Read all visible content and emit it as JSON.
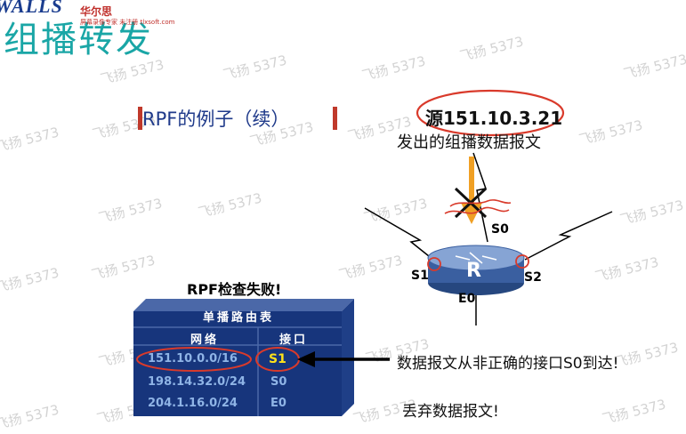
{
  "header": {
    "logo": "WALLS",
    "logo_cn": "华尔思",
    "logo_sub": "屏幕录像专家 未注册 tlxsoft.com",
    "title": "组播转发"
  },
  "watermark": "飞扬 5373",
  "section_title": "RPF的例子（续）",
  "source_line": "源151.10.3.21",
  "source_sub": "发出的组播数据报文",
  "router": {
    "name": "R",
    "interfaces": [
      "S0",
      "S1",
      "S2",
      "E0"
    ]
  },
  "rpf_fail": "RPF检查失败!",
  "table": {
    "title": "单播路由表",
    "headers": [
      "网络",
      "接口"
    ],
    "rows": [
      [
        "151.10.0.0/16",
        "S1"
      ],
      [
        "198.14.32.0/24",
        "S0"
      ],
      [
        "204.1.16.0/24",
        "E0"
      ]
    ]
  },
  "annotation_arrival": "数据报文从非正确的接口S0到达!",
  "annotation_discard": "丢弃数据报文!",
  "colors": {
    "router": "#3a5fa0",
    "table": "#17357c",
    "accent_red": "#d93a2b",
    "highlight_yellow": "#ffe21a",
    "arrow_orange": "#f0a024"
  }
}
